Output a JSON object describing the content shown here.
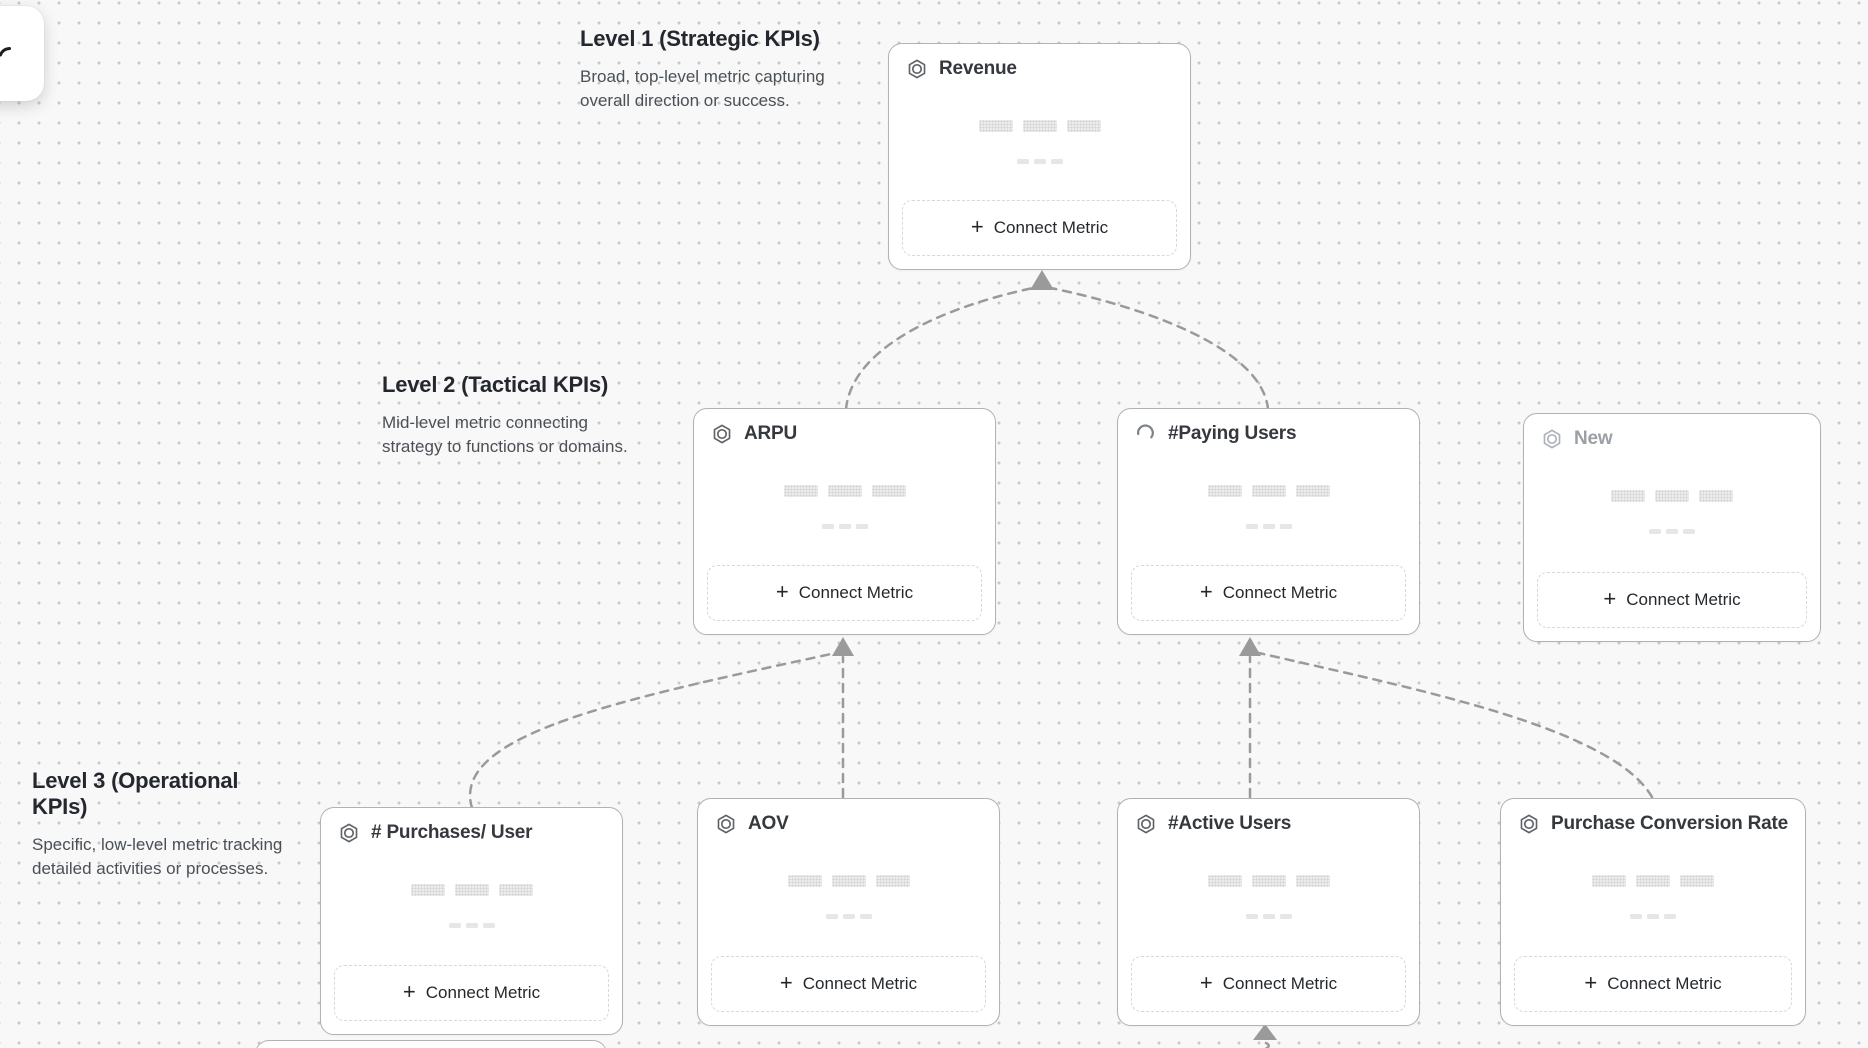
{
  "canvas": {
    "background_color": "#f8f8f8",
    "dot_color": "#c9c9c9",
    "connector_color": "#9a9a9a"
  },
  "labels": {
    "connect_metric": "Connect Metric",
    "plus": "+"
  },
  "levels": [
    {
      "title": "Level 1 (Strategic KPIs)",
      "description": "Broad, top-level metric capturing overall direction or success."
    },
    {
      "title": "Level 2 (Tactical KPIs)",
      "description": "Mid-level metric connecting strategy to functions or domains."
    },
    {
      "title": "Level 3 (Operational KPIs)",
      "description": "Specific, low-level metric tracking detailed activities or processes."
    }
  ],
  "cards": {
    "revenue": {
      "title": "Revenue",
      "icon": "hexagon-metric-icon",
      "state": "default",
      "level": 1
    },
    "arpu": {
      "title": "ARPU",
      "icon": "hexagon-metric-icon",
      "state": "default",
      "level": 2
    },
    "paying_users": {
      "title": "#Paying Users",
      "icon": "loading-spinner-icon",
      "state": "loading",
      "level": 2
    },
    "new": {
      "title": "New",
      "icon": "hexagon-metric-icon",
      "state": "draft",
      "level": 2
    },
    "purchases_per_user": {
      "title": "# Purchases/ User",
      "icon": "hexagon-metric-icon",
      "state": "default",
      "level": 3
    },
    "aov": {
      "title": "AOV",
      "icon": "hexagon-metric-icon",
      "state": "default",
      "level": 3
    },
    "active_users": {
      "title": "#Active Users",
      "icon": "hexagon-metric-icon",
      "state": "default",
      "level": 3
    },
    "purchase_conversion_rate": {
      "title": "Purchase Conversion Rate",
      "icon": "hexagon-metric-icon",
      "state": "default",
      "level": 3
    }
  },
  "edges": [
    {
      "from": "ARPU",
      "to": "Revenue"
    },
    {
      "from": "#Paying Users",
      "to": "Revenue"
    },
    {
      "from": "# Purchases/ User",
      "to": "ARPU"
    },
    {
      "from": "AOV",
      "to": "ARPU"
    },
    {
      "from": "#Active Users",
      "to": "#Paying Users"
    },
    {
      "from": "Purchase Conversion Rate",
      "to": "#Paying Users"
    }
  ]
}
